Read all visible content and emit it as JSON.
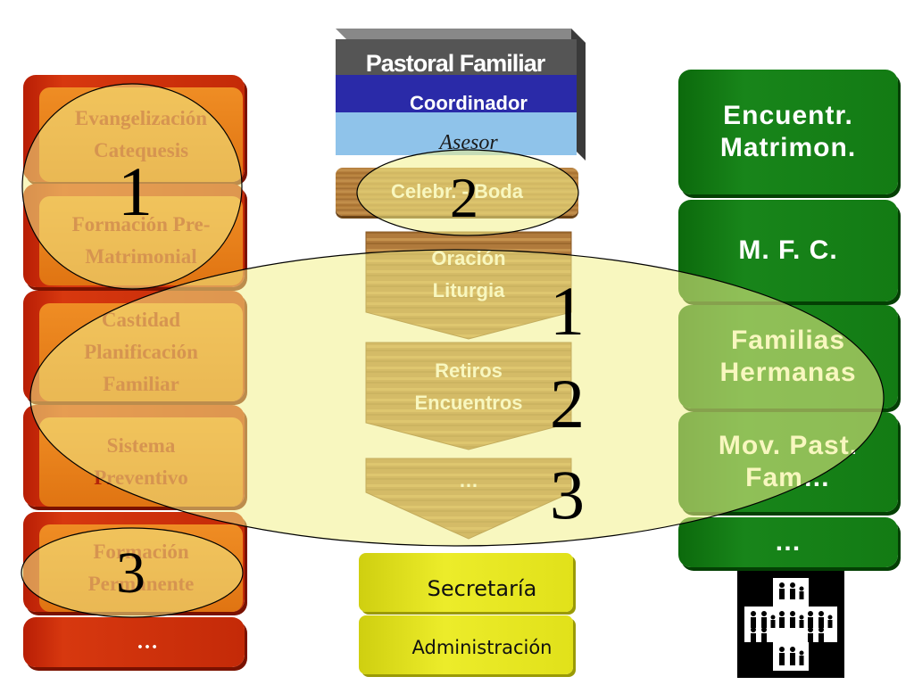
{
  "header": {
    "title": "Pastoral Familiar",
    "coordinator": "Coordinador",
    "advisor": "Asesor"
  },
  "left_column": {
    "items": [
      {
        "lines": [
          "Evangelización",
          "Catequesis"
        ]
      },
      {
        "lines": [
          "Formación Pre-",
          "Matrimonial"
        ]
      },
      {
        "lines": [
          "Castidad",
          "Planificación",
          "Familiar"
        ]
      },
      {
        "lines": [
          "Sistema",
          "Preventivo"
        ]
      },
      {
        "lines": [
          "Formación",
          "Permanente"
        ]
      },
      {
        "lines": [
          "…"
        ]
      }
    ]
  },
  "center_column": {
    "wedding": "Celebr. - Boda",
    "prayer": [
      "Oración",
      "Liturgia"
    ],
    "retreats": [
      "Retiros",
      "Encuentros"
    ],
    "more": "…",
    "secretary": "Secretaría",
    "administration": "Administración"
  },
  "right_column": {
    "items": [
      {
        "lines": [
          "Encuentr.",
          "Matrimon."
        ]
      },
      {
        "lines": [
          "M. F. C."
        ]
      },
      {
        "lines": [
          "Familias",
          "Hermanas"
        ]
      },
      {
        "lines": [
          "Mov. Past.",
          "Fam…"
        ]
      },
      {
        "lines": [
          "…"
        ]
      }
    ]
  },
  "markers": {
    "left_top": "1",
    "wedding": "2",
    "center_1": "1",
    "center_2": "2",
    "center_3": "3",
    "left_bottom": "3"
  },
  "colors": {
    "left_block": "#c42a08",
    "left_face": "#e8821a",
    "right_block": "#137b14",
    "title_bar": "#555555",
    "coordinator_bar": "#2a2aa8",
    "advisor_bar": "#8fc3ea",
    "admin_block": "#e7e61a",
    "highlight": "#f3f08a"
  }
}
